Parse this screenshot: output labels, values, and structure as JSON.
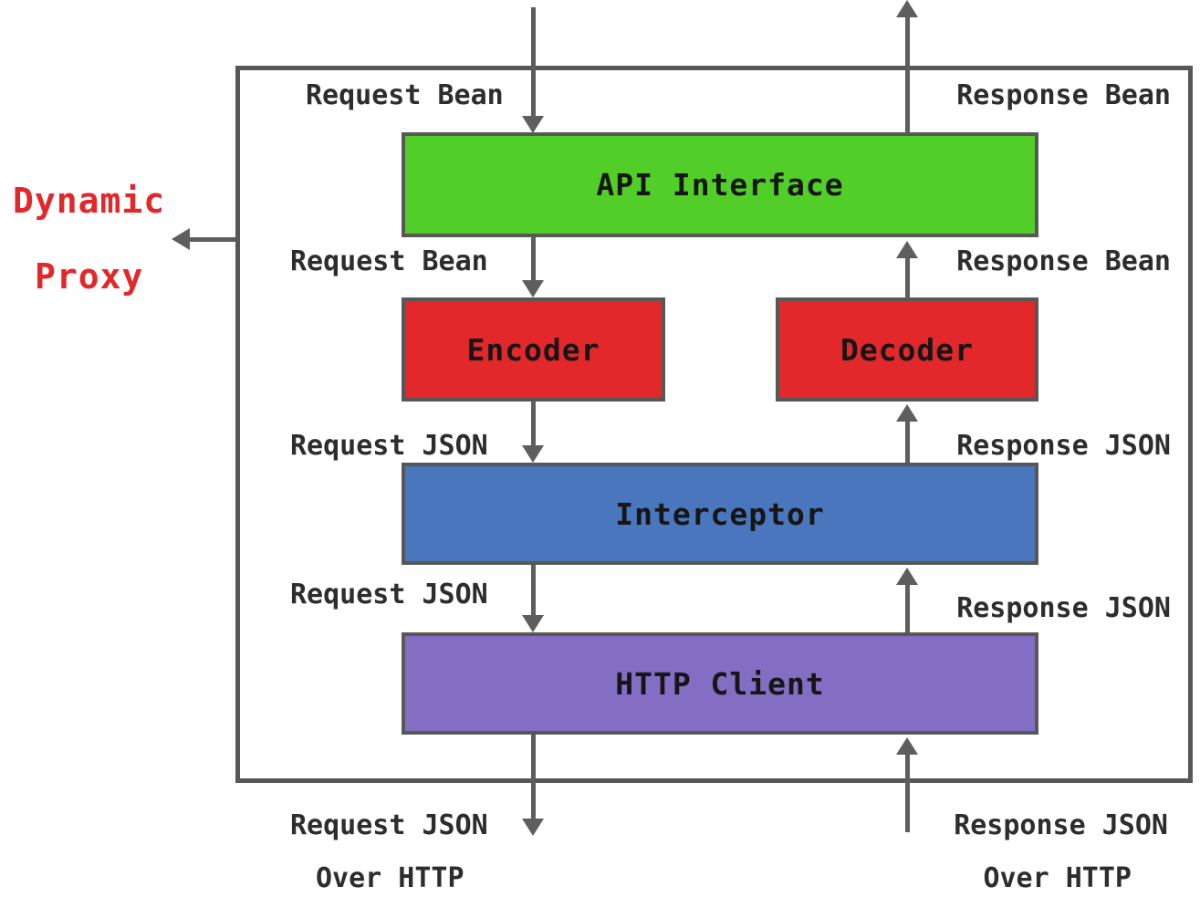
{
  "proxy": {
    "line1": "Dynamic",
    "line2": "Proxy"
  },
  "boxes": {
    "api_interface": {
      "label": "API Interface",
      "color": "#51CE27"
    },
    "encoder": {
      "label": "Encoder",
      "color": "#E2282A"
    },
    "decoder": {
      "label": "Decoder",
      "color": "#E2282A"
    },
    "interceptor": {
      "label": "Interceptor",
      "color": "#4A76BD"
    },
    "http_client": {
      "label": "HTTP Client",
      "color": "#836EC4"
    }
  },
  "labels": {
    "request_bean_top": "Request Bean",
    "response_bean_top": "Response Bean",
    "request_bean_mid": "Request Bean",
    "response_bean_mid": "Response Bean",
    "request_json_1": "Request JSON",
    "response_json_1": "Response JSON",
    "request_json_2": "Request JSON",
    "response_json_2": "Response JSON",
    "request_json_bottom": "Request JSON",
    "over_http_left": "Over HTTP",
    "response_json_bottom": "Response JSON",
    "over_http_right": "Over HTTP"
  },
  "colors": {
    "boundary_border": "#575757",
    "arrow": "#5E5E5E",
    "flow_label_text": "#2d2d2d",
    "box_label_text": "#161616",
    "proxy_text": "#E3282B",
    "background": "#ffffff"
  }
}
